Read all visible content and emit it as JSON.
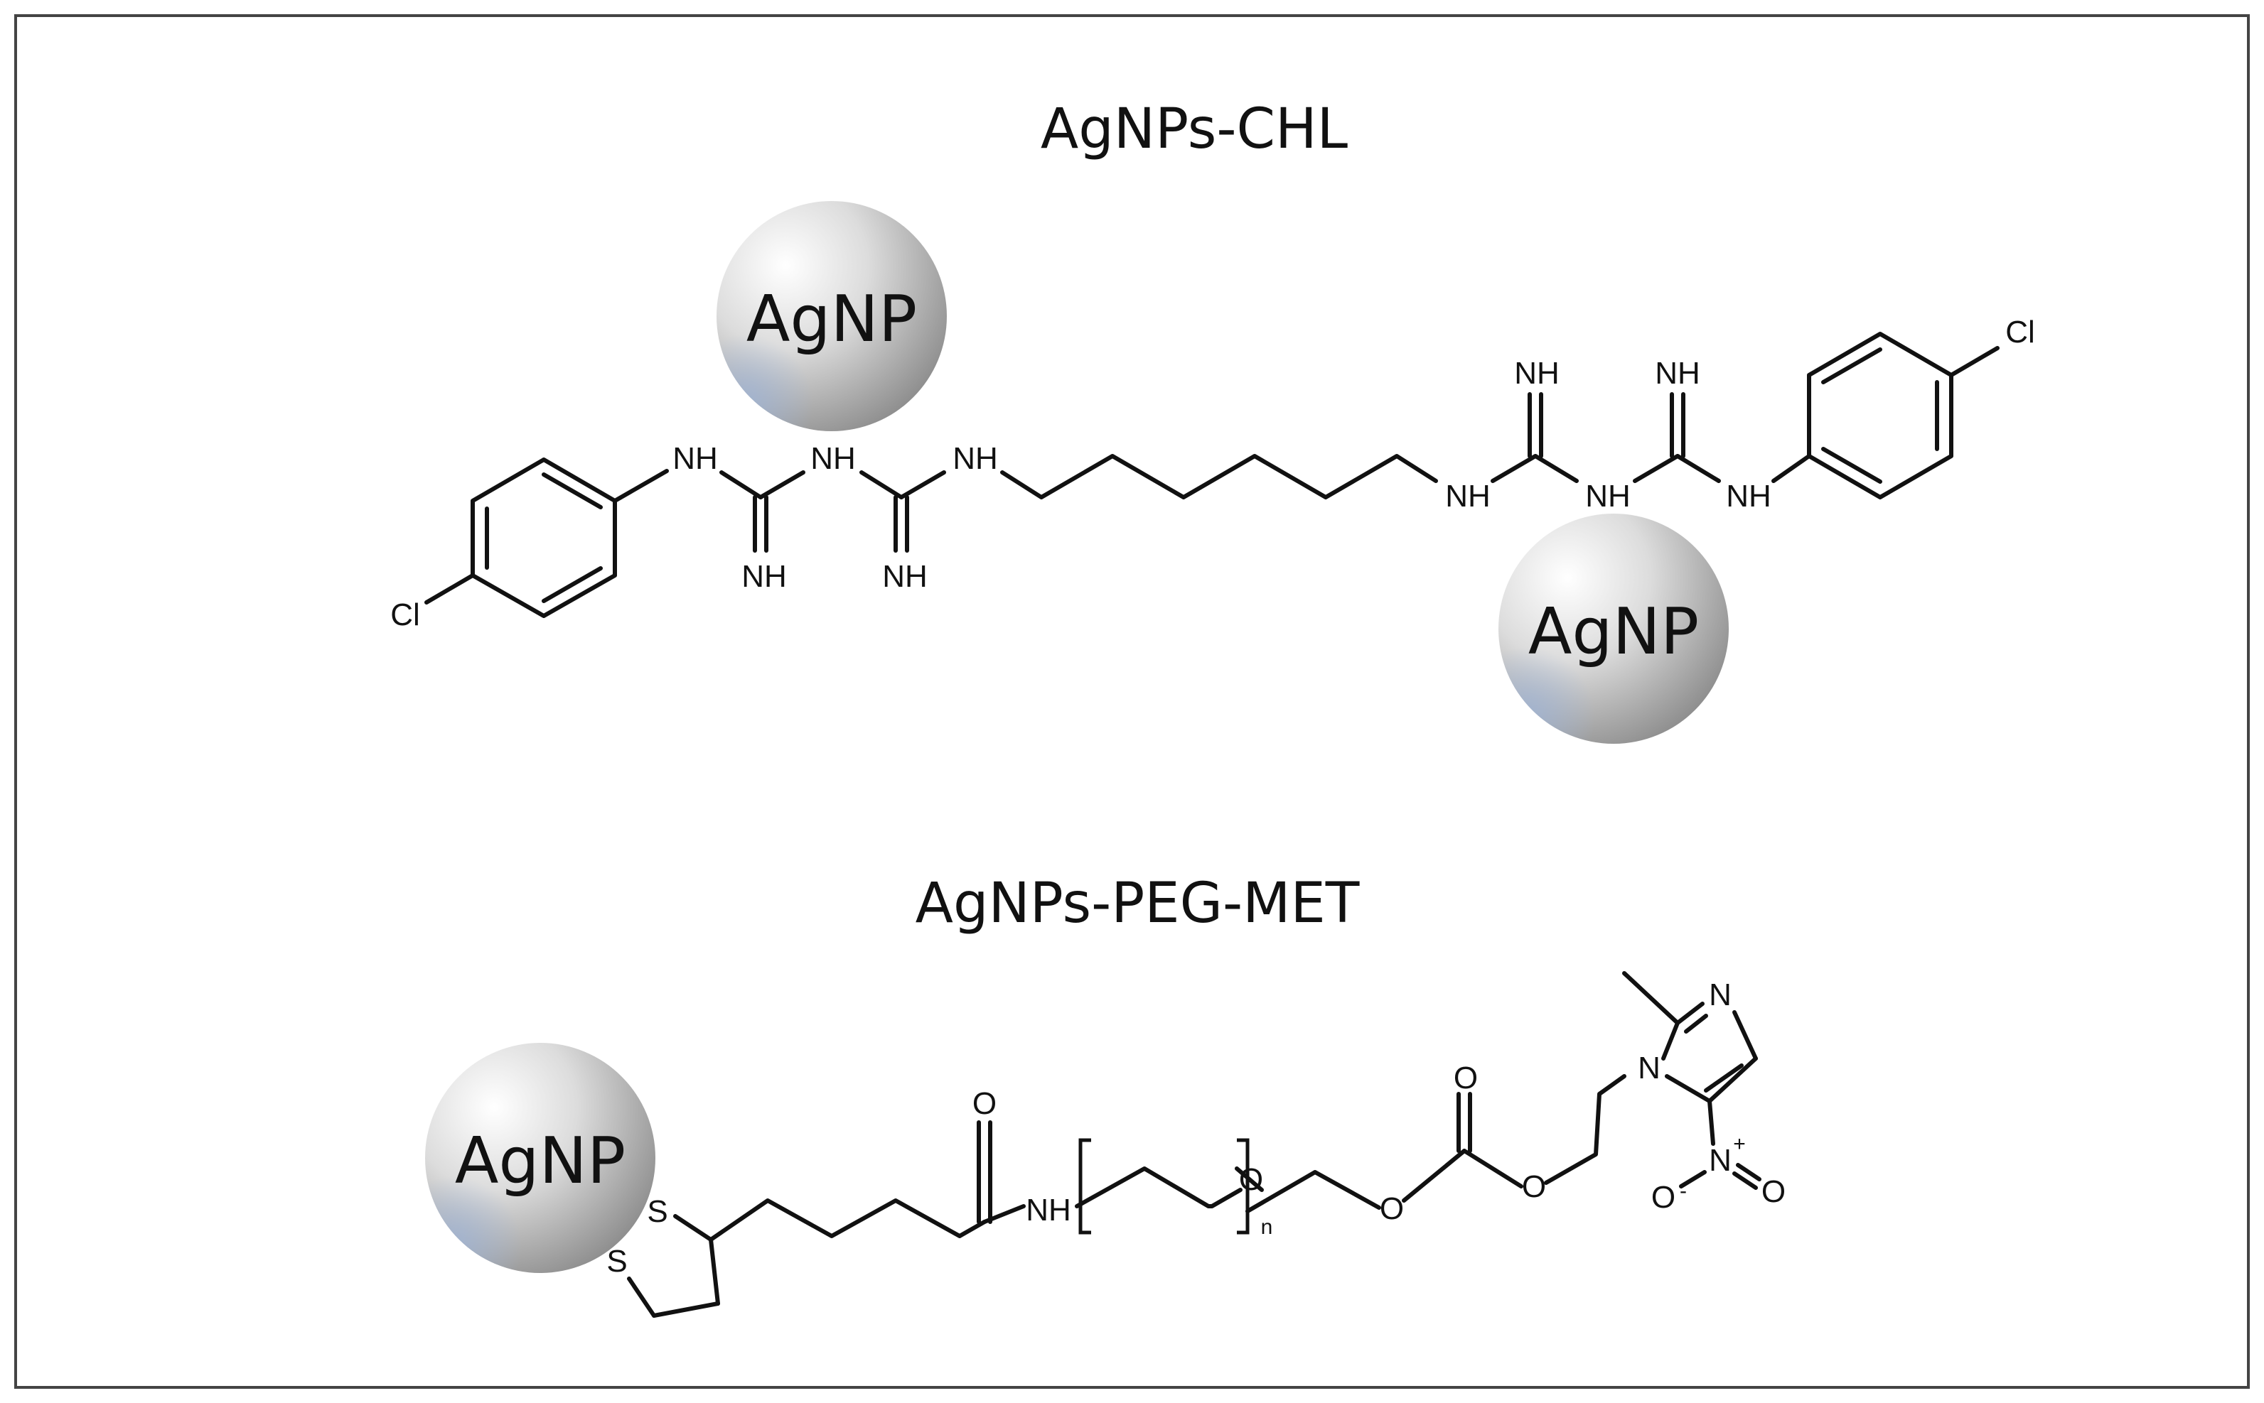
{
  "titles": {
    "top": "AgNPs-CHL",
    "bottom": "AgNPs-PEG-MET"
  },
  "nanoparticle_label": "AgNP",
  "chl_atoms": {
    "cl_left": "Cl",
    "cl_right": "Cl",
    "nh": "NH"
  },
  "peg_atoms": {
    "s": "S",
    "o": "O",
    "nh": "NH",
    "n": "N",
    "n_sub": "n",
    "o_minus": "O",
    "minus": "-",
    "plus": "+"
  },
  "colors": {
    "frame": "#444444",
    "ink": "#111111",
    "np_light": "#ffffff",
    "np_dark": "#8e8e8e",
    "np_tint": "#9fb4d6"
  }
}
